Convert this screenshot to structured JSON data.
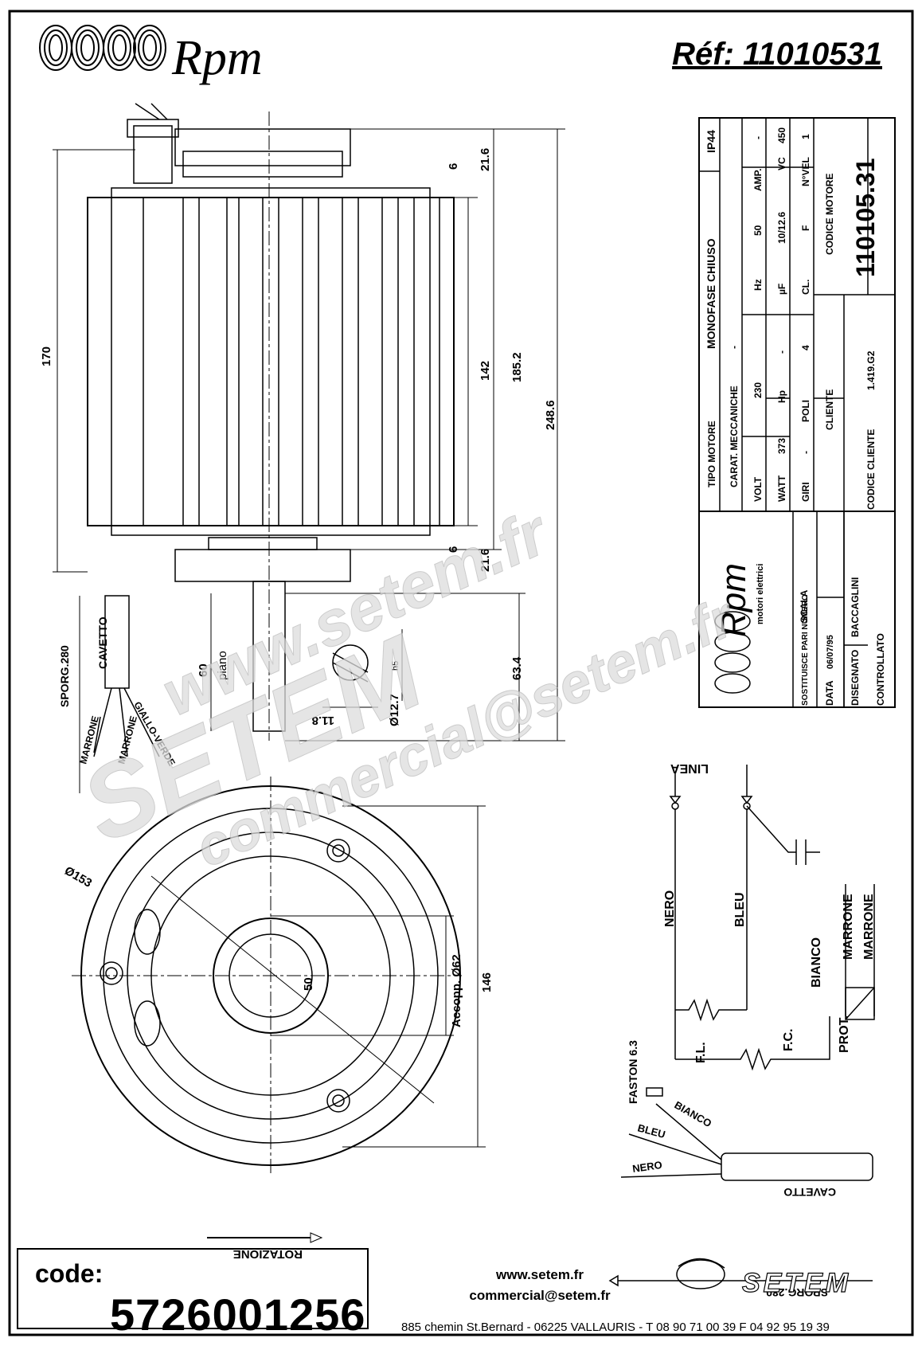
{
  "header": {
    "brand": "Rpm",
    "ref": "Réf: 11010531"
  },
  "dims_side": {
    "d170": "170",
    "d142": "142",
    "d185": "185.2",
    "d248": "248.6",
    "d21a": "21.6",
    "d6a": "6",
    "d21b": "21.6",
    "d6b": "6",
    "d60": "60",
    "piano": "piano",
    "d63": "63.4",
    "d12": "Ø12.7",
    "h5": "h5",
    "d11": "11.8"
  },
  "cable_left": {
    "sporg": "SPORG.280",
    "cavetto": "CAVETTO",
    "w1": "MARRONE",
    "w2": "MARRONE",
    "w3": "GIALLO-VERDE"
  },
  "dims_front": {
    "d153": "Ø153",
    "d146": "146",
    "accopp": "Accopp. Ø62",
    "d50": "50"
  },
  "rotazione": "ROTAZIONE",
  "title_block": {
    "tipo_motore": "TIPO MOTORE",
    "tipo_val": "MONOFASE CHIUSO",
    "ip": "IP44",
    "carat": "CARAT. MECCANICHE",
    "carat_val": "-",
    "volt": "VOLT",
    "volt_val": "230",
    "hz": "Hz",
    "hz_val": "50",
    "amp": "AMP.",
    "amp_val": "-",
    "watt": "WATT",
    "watt_val": "373",
    "hp": "Hp",
    "hp_val": "-",
    "uf": "µF",
    "uf_val": "10/12.6",
    "vc": "VC",
    "vc_val": "450",
    "giri": "GIRI",
    "giri_val": "-",
    "poli": "POLI",
    "poli_val": "4",
    "cl": "CL.",
    "cl_val": "F",
    "nvel": "N°VEL",
    "nvel_val": "1",
    "cliente": "CLIENTE",
    "codice_motore": "CODICE MOTORE",
    "codice_motore_val": "110105.31",
    "codice_cliente": "CODICE CLIENTE",
    "codice_cliente_val": "1.419.G2",
    "sostituisce": "SOSTITUISCE PARI NUMERO",
    "scala": "SCALA",
    "data": "DATA",
    "data_val": "06/07/95",
    "disegnato": "DISEGNATO",
    "disegnato_val": "BACCAGLINI",
    "controllato": "CONTROLLATO",
    "logo_brand": "Rpm",
    "logo_sub": "motori elettrici"
  },
  "wiring": {
    "linea": "LINEA",
    "nero": "NERO",
    "bleu": "BLEU",
    "bianco": "BIANCO",
    "marrone1": "MARRONE",
    "marrone2": "MARRONE",
    "fl": "F.L.",
    "fc": "F.C.",
    "prot": "PROT."
  },
  "cable_right": {
    "faston": "FASTON 6.3",
    "bianco": "BIANCO",
    "bleu": "BLEU",
    "nero": "NERO",
    "cavetto": "CAVETTO",
    "sporg": "SPORG.280"
  },
  "watermark": {
    "w1": "www.setem.fr",
    "w2": "SETEM",
    "w3": "commercial@setem.fr"
  },
  "footer": {
    "code_label": "code:",
    "code_value": "5726001256",
    "web": "www.setem.fr",
    "email": "commercial@setem.fr",
    "address": "885 chemin St.Bernard  -  06225 VALLAURIS  -  T 08 90 71 00 39  F 04 92 95 19 39",
    "company": "SETEM"
  }
}
